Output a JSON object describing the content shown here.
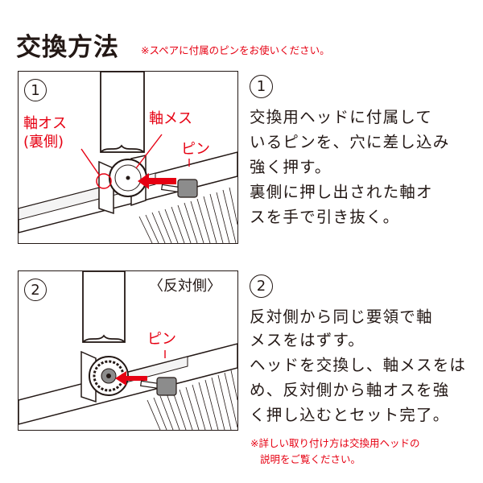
{
  "page": {
    "title": "交換方法",
    "title_note": "※スペアに付属のピンをお使いください。"
  },
  "step1": {
    "number": "1",
    "label_back_axle_line1": "軸オス",
    "label_back_axle_line2": "(裏側)",
    "label_female_axle": "軸メス",
    "label_pin": "ピン",
    "description_number": "1",
    "description_lines": [
      "交換用ヘッドに付属して",
      "いるピンを、穴に差し込み",
      "強く押す。",
      "裏側に押し出された軸オ",
      "スを手で引き抜く。"
    ]
  },
  "step2": {
    "number": "2",
    "label_opposite_side": "〈反対側〉",
    "label_pin": "ピン",
    "description_number": "2",
    "description_lines": [
      "反対側から同じ要領で軸",
      "メスをはずす。",
      "ヘッドを交換し、軸メスをは",
      "め、反対側から軸オスを強",
      "く押し込むとセット完了。"
    ]
  },
  "footnote_lines": [
    "※詳しい取り付け方は交換用ヘッドの",
    "説明をご覧ください。"
  ],
  "colors": {
    "accent": "#e60012",
    "ink": "#231815"
  }
}
